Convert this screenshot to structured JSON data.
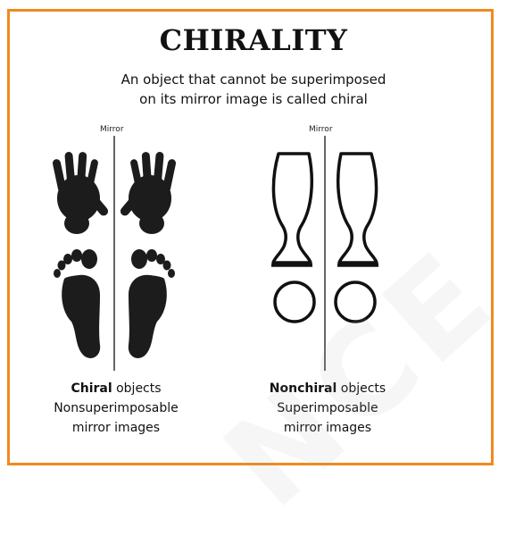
{
  "title": "CHIRALITY",
  "subtitle": {
    "line1": "An object that cannot be superimposed",
    "line2": "on its mirror image is called chiral"
  },
  "left": {
    "mirror_label": "Mirror",
    "caption_bold": "Chiral",
    "caption_rest": " objects",
    "caption_line2": "Nonsuperimposable",
    "caption_line3": "mirror images"
  },
  "right": {
    "mirror_label": "Mirror",
    "caption_bold": "Nonchiral",
    "caption_rest": " objects",
    "caption_line2": "Superimposable",
    "caption_line3": "mirror images"
  },
  "watermark": "NCE",
  "colors": {
    "frame": "#f08a1e",
    "ink": "#111111"
  }
}
